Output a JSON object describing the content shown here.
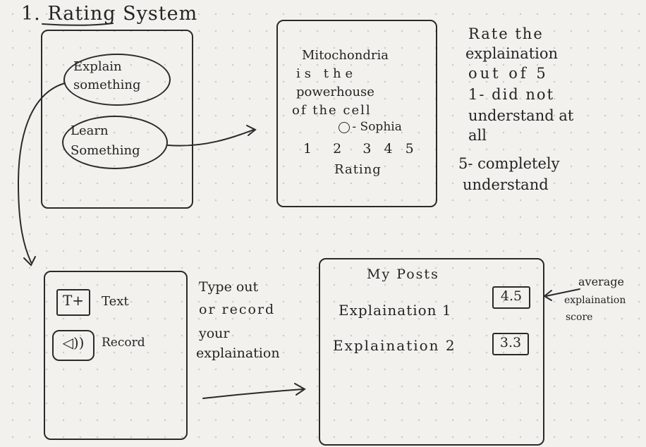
{
  "title": "1. Rating System",
  "screen1": {
    "explain_button": "Explain something",
    "learn_button": "Learn Something"
  },
  "screen2": {
    "post_text": [
      "Mitochondria",
      "is the",
      "powerhouse",
      "of the cell"
    ],
    "author": "- Sophia",
    "scale_numbers": "1  2  3 4 5",
    "rating_label": "Rating"
  },
  "note_rate": [
    "Rate the",
    "explaination",
    "out of 5",
    "1- did not",
    "understand at",
    "all",
    "5- completely",
    "understand"
  ],
  "screen3": {
    "text_icon_glyph": "T+",
    "text_option": "Text",
    "record_icon_glyph": "◁))",
    "record_option": "Record"
  },
  "note_type": [
    "Type out",
    "or record",
    "your",
    "explaination"
  ],
  "screen4": {
    "heading": "My Posts",
    "posts": [
      {
        "label": "Explaination 1",
        "score": "4.5"
      },
      {
        "label": "Explaination 2",
        "score": "3.3"
      }
    ]
  },
  "note_average": [
    "average",
    "explaination",
    "score"
  ]
}
